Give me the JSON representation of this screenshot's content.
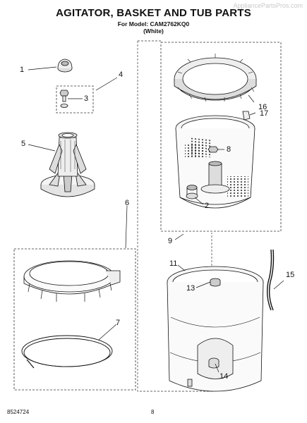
{
  "header": {
    "title": "AGITATOR, BASKET AND TUB PARTS",
    "model_line": "For Model: CAM2762KQ0",
    "color_line": "(White)"
  },
  "watermark": "AppliancePartsPros.com",
  "footer": {
    "part_number": "8524724",
    "page_number": "8"
  },
  "callouts": {
    "c1": "1",
    "c2": "2",
    "c3": "3",
    "c4": "4",
    "c5": "5",
    "c6": "6",
    "c7": "7",
    "c8": "8",
    "c9": "9",
    "c11": "11",
    "c13": "13",
    "c14": "14",
    "c15": "15",
    "c16": "16",
    "c17": "17"
  }
}
